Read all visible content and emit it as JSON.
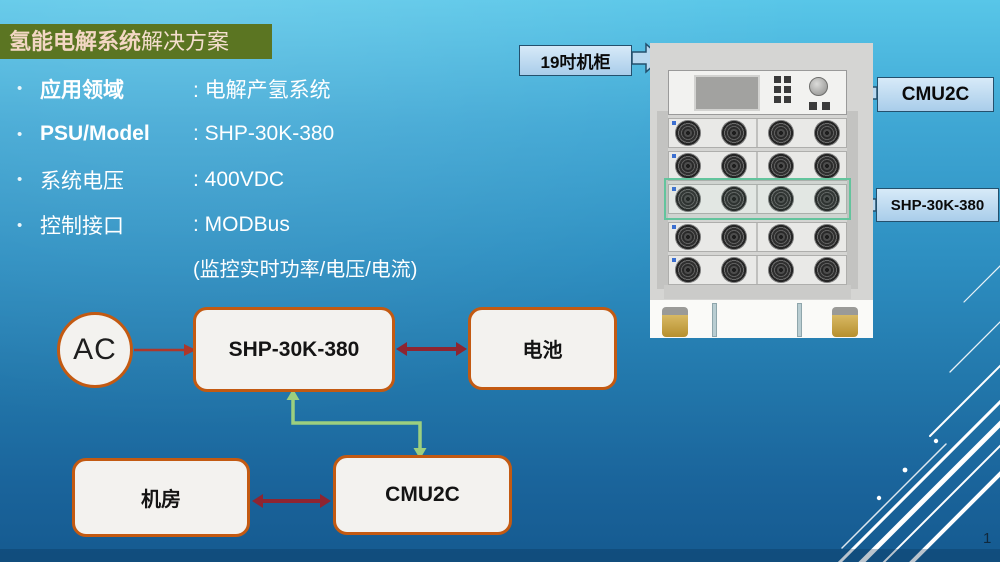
{
  "slide": {
    "title": {
      "emphasis": "氢能电解系统",
      "suffix": "解决方案"
    },
    "bullet_char": "•",
    "bullets": [
      {
        "label": "应用领域",
        "value": ": 电解产氢系统"
      },
      {
        "label": "PSU/Model",
        "value": ": SHP-30K-380"
      },
      {
        "label": "系统电压",
        "value": ": 400VDC"
      },
      {
        "label": "控制接口",
        "value": ": MODBus"
      }
    ],
    "note": "(监控实时功率/电压/电流)",
    "page_number": "1"
  },
  "diagram": {
    "nodes": {
      "ac": "AC",
      "psu": "SHP-30K-380",
      "battery": "电池",
      "room": "机房",
      "controller": "CMU2C"
    }
  },
  "rack_labels": {
    "cabinet": "19吋机柜",
    "controller": "CMU2C",
    "psu": "SHP-30K-380"
  },
  "colors": {
    "title_bg": "#5b7522",
    "title_text": "#f3d7c3",
    "node_border_orange": "#c35a12",
    "arrow_red": "#ae372b",
    "arrow_dark_red": "#8e2531",
    "connector_green": "#9ccf7f",
    "highlight_green": "#63c49d",
    "callout_fill": "#b9d8ef",
    "callout_border": "#24506d",
    "background_top": "#58c6e8",
    "background_bottom": "#155a90"
  }
}
